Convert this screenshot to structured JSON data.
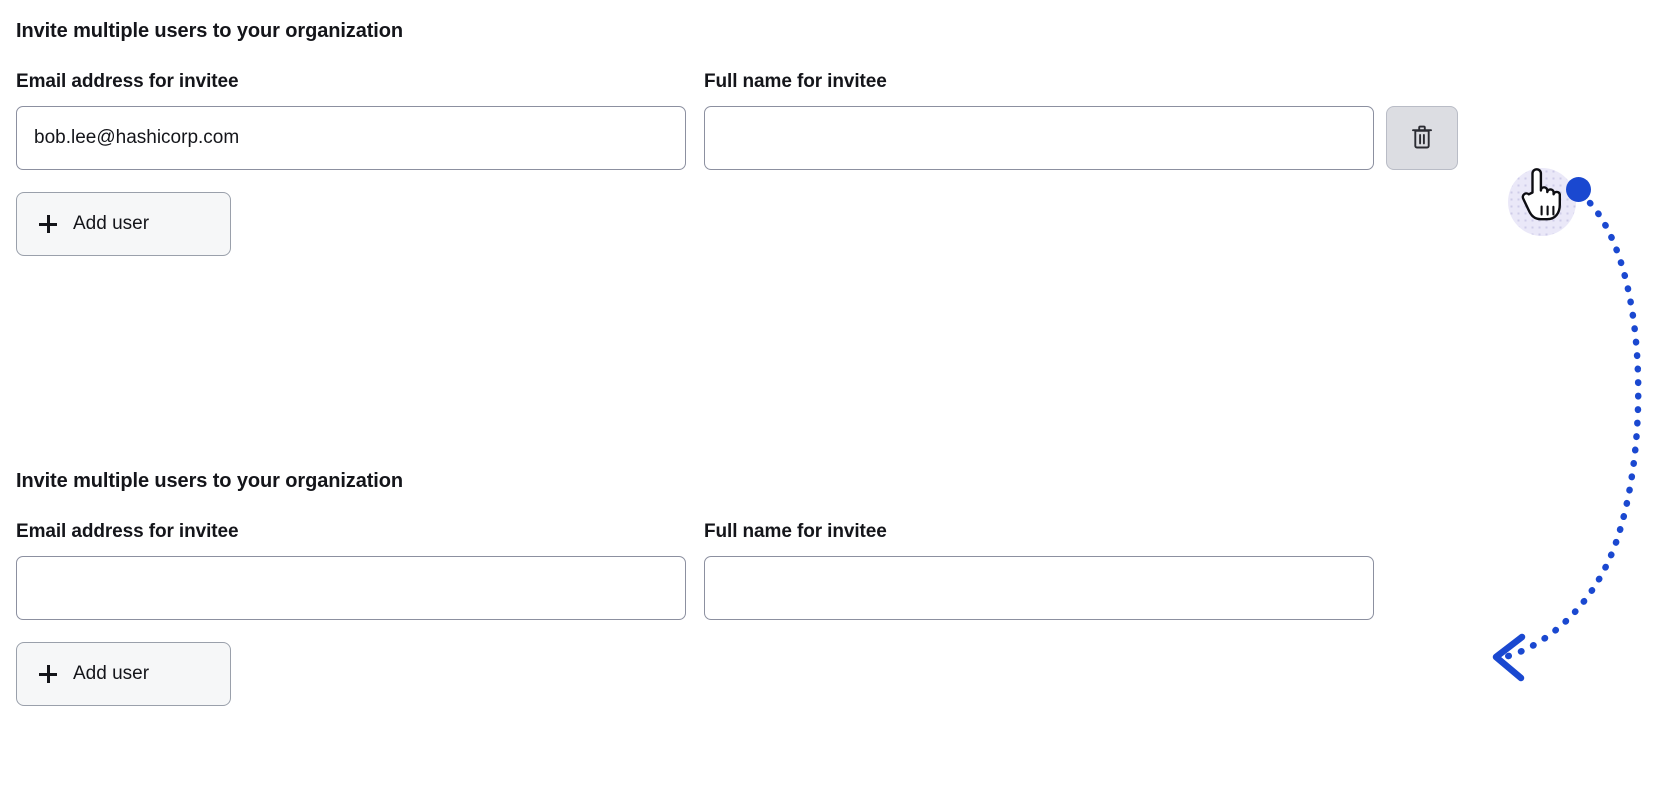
{
  "theme": {
    "background": "#ffffff",
    "text": "#14151a",
    "input_border": "#8c90a0",
    "button_border": "#9aa0ab",
    "button_background": "#f6f7f8",
    "delete_button_background": "#dcdde2",
    "annotation_blue": "#1a48d0",
    "cursor_halo": "#e8e6f7"
  },
  "sections": [
    {
      "heading": "Invite multiple users to your organization",
      "email_field": {
        "label": "Email address for invitee",
        "value": "bob.lee@hashicorp.com",
        "placeholder": ""
      },
      "fullname_field": {
        "label": "Full name for invitee",
        "value": "",
        "placeholder": ""
      },
      "delete_button": {
        "label": "",
        "icon": "trash-icon",
        "title": "Remove invitee"
      },
      "add_user_button": {
        "label": "Add user",
        "icon": "plus-icon"
      }
    },
    {
      "heading": "Invite multiple users to your organization",
      "email_field": {
        "label": "Email address for invitee",
        "value": "",
        "placeholder": ""
      },
      "fullname_field": {
        "label": "Full name for invitee",
        "value": "",
        "placeholder": ""
      },
      "delete_button": null,
      "add_user_button": {
        "label": "Add user",
        "icon": "plus-icon"
      }
    }
  ],
  "annotation": {
    "cursor": "pointing-hand-cursor",
    "click_marker": "blue-dot",
    "arrow": "curved-dotted-arrow",
    "arrow_direction": "from-delete-button-to-second-form",
    "color": "#1a48d0"
  }
}
